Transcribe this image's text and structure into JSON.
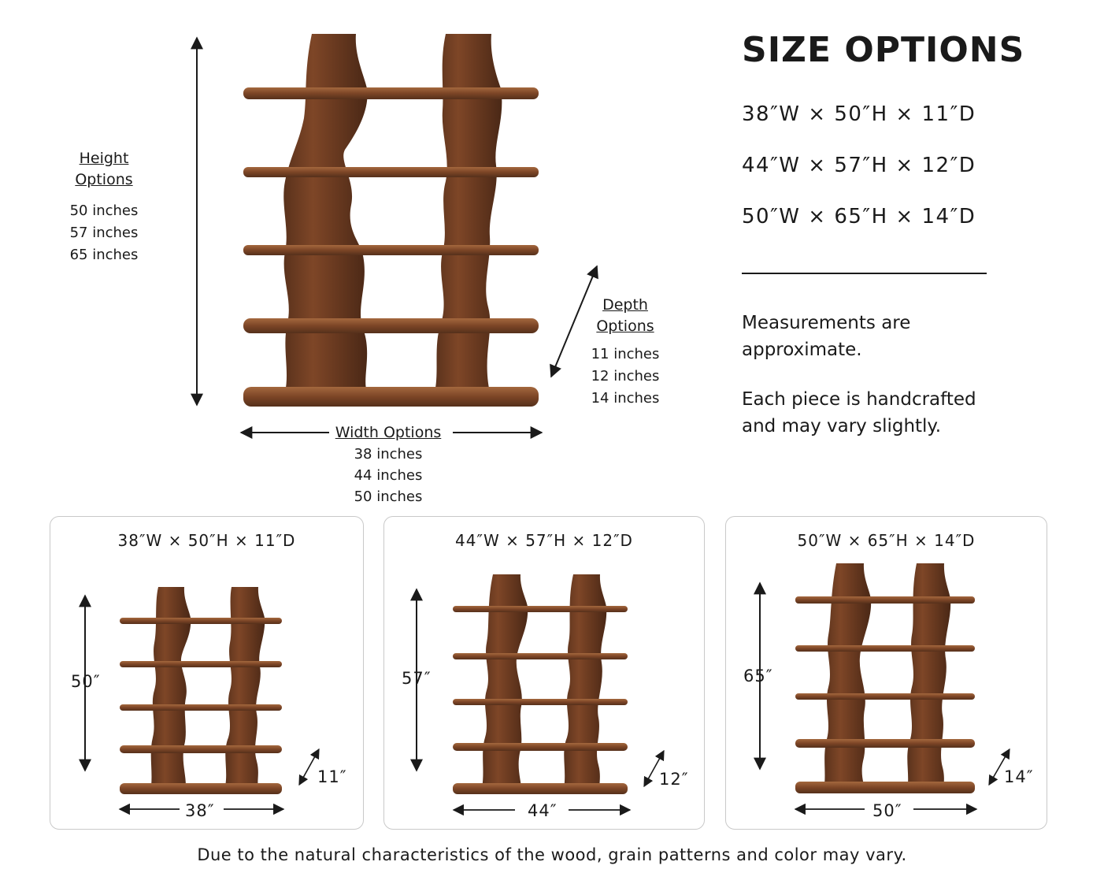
{
  "size_options": {
    "title": "SIZE OPTIONS",
    "lines": [
      "38″W × 50″H × 11″D",
      "44″W × 57″H × 12″D",
      "50″W × 65″H × 14″D"
    ],
    "note1": "Measurements are approximate.",
    "note2": "Each piece is handcrafted and may vary slightly."
  },
  "height_options": {
    "title_line1": "Height",
    "title_line2": "Options",
    "values": [
      "50 inches",
      "57 inches",
      "65 inches"
    ]
  },
  "width_options": {
    "title": "Width Options",
    "values": [
      "38 inches",
      "44 inches",
      "50 inches"
    ]
  },
  "depth_options": {
    "title_line1": "Depth",
    "title_line2": "Options",
    "values": [
      "11 inches",
      "12 inches",
      "14 inches"
    ]
  },
  "cards": [
    {
      "title": "38″W × 50″H × 11″D",
      "height": "50″",
      "width": "38″",
      "depth": "11″"
    },
    {
      "title": "44″W × 57″H × 12″D",
      "height": "57″",
      "width": "44″",
      "depth": "12″"
    },
    {
      "title": "50″W × 65″H × 14″D",
      "height": "65″",
      "width": "50″",
      "depth": "14″"
    }
  ],
  "footer": "Due to the natural characteristics of the wood, grain patterns and color may vary.",
  "colors": {
    "wood_dark": "#4a2a18",
    "wood_mid": "#7a4526",
    "wood_light": "#a0623a",
    "text": "#1a1a1a"
  }
}
